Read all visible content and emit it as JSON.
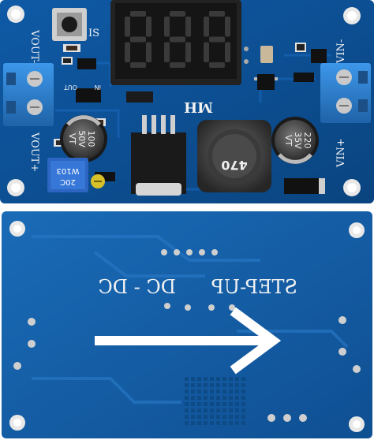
{
  "top_board": {
    "display_digits": "888",
    "vout_minus_label": "VOUT-",
    "vout_plus_label": "VOUT+",
    "vin_minus_label": "VIN-",
    "vin_plus_label": "VIN+",
    "brand_label": "MH",
    "button_label": "IS",
    "in_label": "IN",
    "out_label": "OUT",
    "inductor_value": "470",
    "cap_left_value": "100",
    "cap_left_voltage": "50V",
    "cap_left_type": "VT",
    "cap_right_value": "220",
    "cap_right_voltage": "35V",
    "cap_right_type": "VT",
    "trimmer_top": "20C",
    "trimmer_bottom": "W103"
  },
  "bottom_board": {
    "title_left": "STEP-UP",
    "title_right": "DC - DC"
  },
  "colors": {
    "pcb_top": "#0d4f97",
    "pcb_bottom": "#1463ae",
    "terminal": "#2a7fd0",
    "display": "#1b1b1b",
    "segment": "#3a3a3a",
    "silk": "#f2f2f2"
  }
}
